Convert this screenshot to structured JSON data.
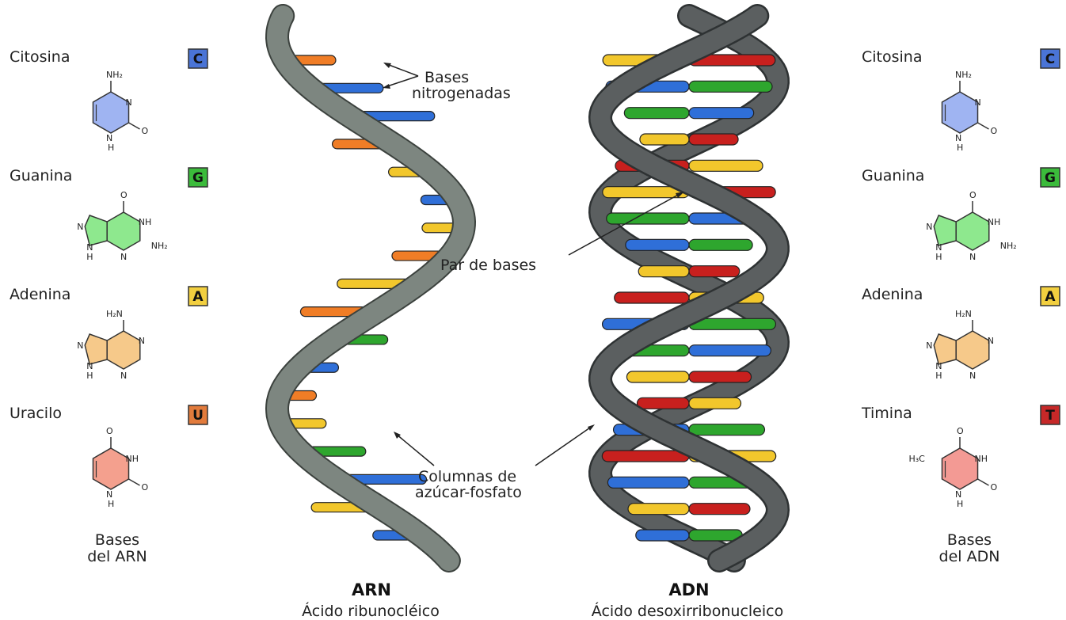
{
  "rna_bases": [
    {
      "name": "Citosina",
      "letter": "C",
      "color": "#4a74d6",
      "fill": "#9fb4f2",
      "kind": "pyrimidine",
      "labels": [
        "NH₂",
        "N",
        "N",
        "H",
        "O"
      ]
    },
    {
      "name": "Guanina",
      "letter": "G",
      "color": "#3bbb3b",
      "fill": "#8ee88e",
      "kind": "purine",
      "labels": [
        "O",
        "NH",
        "NH₂",
        "N",
        "N",
        "N",
        "H"
      ]
    },
    {
      "name": "Adenina",
      "letter": "A",
      "color": "#f2cf3f",
      "fill": "#f6c98a",
      "kind": "purine",
      "labels": [
        "H₂N",
        "N",
        "N",
        "N",
        "N",
        "H"
      ]
    },
    {
      "name": "Uracilo",
      "letter": "U",
      "color": "#e27b3c",
      "fill": "#f4a08e",
      "kind": "pyrimidine",
      "labels": [
        "O",
        "NH",
        "N",
        "H",
        "O"
      ]
    }
  ],
  "dna_bases": [
    {
      "name": "Citosina",
      "letter": "C",
      "color": "#4a74d6",
      "fill": "#9fb4f2",
      "kind": "pyrimidine",
      "labels": [
        "NH₂",
        "N",
        "N",
        "H",
        "O"
      ]
    },
    {
      "name": "Guanina",
      "letter": "G",
      "color": "#3bbb3b",
      "fill": "#8ee88e",
      "kind": "purine",
      "labels": [
        "O",
        "NH",
        "NH₂",
        "N",
        "N",
        "N",
        "H"
      ]
    },
    {
      "name": "Adenina",
      "letter": "A",
      "color": "#f2cf3f",
      "fill": "#f6c98a",
      "kind": "purine",
      "labels": [
        "H₂N",
        "N",
        "N",
        "N",
        "N",
        "H"
      ]
    },
    {
      "name": "Timina",
      "letter": "T",
      "color": "#c62828",
      "fill": "#f39a94",
      "kind": "pyrimidine",
      "labels": [
        "O",
        "H₃C",
        "NH",
        "N",
        "H",
        "O"
      ]
    }
  ],
  "rna_caption": [
    "Bases",
    "del ARN"
  ],
  "dna_caption": [
    "Bases",
    "del ADN"
  ],
  "callouts": {
    "bases_nitrogenadas": [
      "Bases",
      "nitrogenadas"
    ],
    "par_de_bases": "Par de bases",
    "columnas": [
      "Columnas de",
      "azúcar-fosfato"
    ]
  },
  "rna_title": "ARN",
  "rna_subtitle": "Ácido ribunocléico",
  "dna_title": "ADN",
  "dna_subtitle": "Ácido desoxirribonucleico",
  "colors": {
    "backbone": "#7d8680",
    "backbone_edge": "#3c423e",
    "dna_backbone": "#5b5f60",
    "C": "#2f6fd8",
    "G": "#2ea62e",
    "A": "#f2c72c",
    "U": "#f07d26",
    "T": "#c8201e"
  },
  "rna_rungs": [
    "U",
    "C",
    "C",
    "U",
    "A",
    "C",
    "A",
    "U",
    "A",
    "U",
    "G",
    "C",
    "U",
    "A",
    "G",
    "C",
    "A",
    "C"
  ],
  "dna_pairs": [
    [
      "A",
      "T"
    ],
    [
      "C",
      "G"
    ],
    [
      "G",
      "C"
    ],
    [
      "A",
      "T"
    ],
    [
      "T",
      "A"
    ],
    [
      "A",
      "T"
    ],
    [
      "G",
      "C"
    ],
    [
      "C",
      "G"
    ],
    [
      "A",
      "T"
    ],
    [
      "T",
      "A"
    ],
    [
      "C",
      "G"
    ],
    [
      "G",
      "C"
    ],
    [
      "A",
      "T"
    ],
    [
      "T",
      "A"
    ],
    [
      "C",
      "G"
    ],
    [
      "T",
      "A"
    ],
    [
      "C",
      "G"
    ],
    [
      "A",
      "T"
    ],
    [
      "C",
      "G"
    ]
  ]
}
